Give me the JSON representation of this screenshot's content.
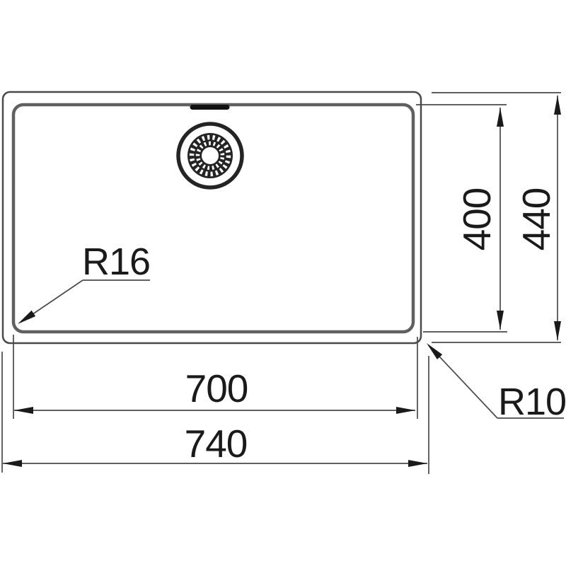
{
  "drawing": {
    "type": "sink-top-view-technical-drawing",
    "dimensions": {
      "inner_width_label": "700",
      "outer_width_label": "740",
      "inner_height_label": "400",
      "outer_height_label": "440",
      "inner_corner_radius_label": "R16",
      "outer_corner_radius_label": "R10"
    },
    "colors": {
      "outline": "#4a4a4a",
      "bowl_outline": "#606060",
      "dimension_line": "#4a4a4a",
      "arrow": "#1a1a1a",
      "text": "#1a1a1a",
      "drain": "#242424",
      "background": "#ffffff"
    },
    "icons": [
      "drain-strainer-icon",
      "tap-hole-mark"
    ]
  }
}
